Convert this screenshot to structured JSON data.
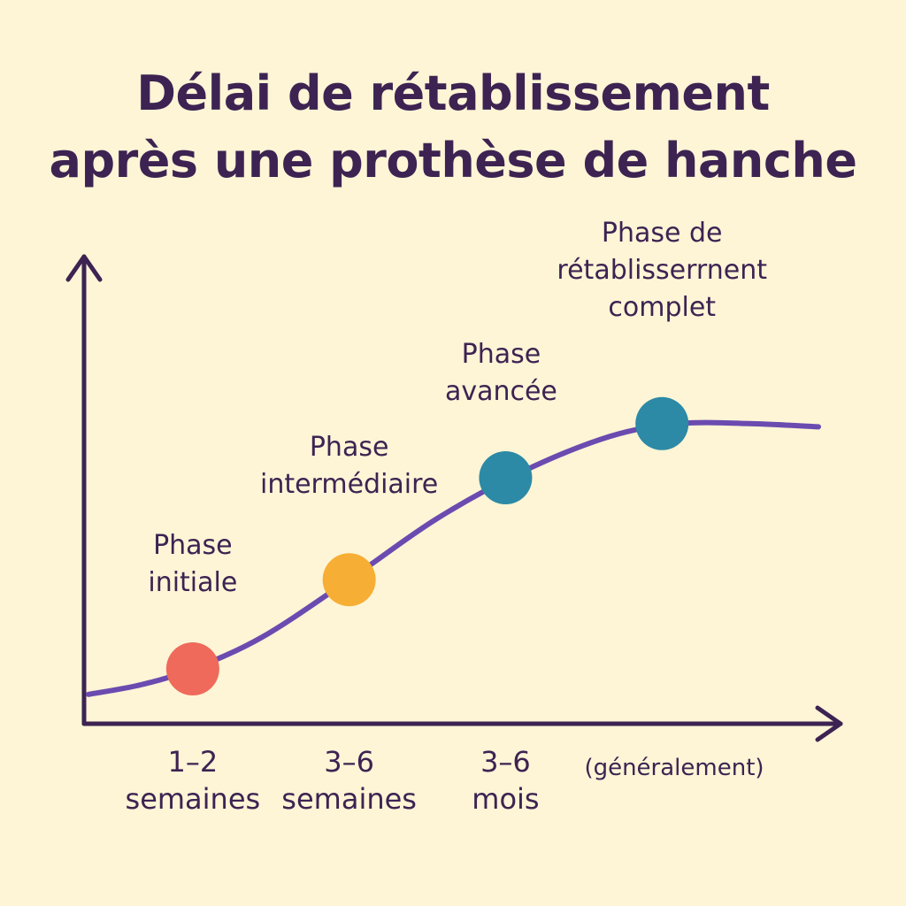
{
  "title_lines": [
    "Délai de rétablissement",
    "après une prothèse de hanche"
  ],
  "chart_data": {
    "type": "line",
    "title": "Délai de rétablissement après une prothèse de hanche",
    "xlabel": "",
    "ylabel": "",
    "ylim": [
      0,
      1
    ],
    "grid": false,
    "legend": "none",
    "line_color": "#6b4bb0",
    "axis_color": "#3d2352",
    "curve": {
      "x": [
        0,
        0.3,
        0.6,
        1.0,
        1.5,
        2.0,
        2.5,
        3.0,
        3.4,
        3.8,
        4.2
      ],
      "y": [
        0.02,
        0.05,
        0.1,
        0.2,
        0.38,
        0.57,
        0.72,
        0.83,
        0.87,
        0.87,
        0.86
      ]
    },
    "phases": [
      {
        "label_lines": [
          "Phase",
          "initiale"
        ],
        "tick_lines": [
          "1–2",
          "semaines"
        ],
        "x": 0.6,
        "y": 0.1,
        "color": "#ef6a5a"
      },
      {
        "label_lines": [
          "Phase",
          "intermédiaire"
        ],
        "tick_lines": [
          "3–6",
          "semaines"
        ],
        "x": 1.5,
        "y": 0.38,
        "color": "#f7ae35"
      },
      {
        "label_lines": [
          "Phase",
          "avancée"
        ],
        "tick_lines": [
          "3–6",
          "mois"
        ],
        "x": 2.4,
        "y": 0.7,
        "color": "#2c8aa6"
      },
      {
        "label_lines": [
          "Phase de",
          "rétablisserrnent",
          "complet"
        ],
        "tick_lines": [
          "(généralement)"
        ],
        "x": 3.3,
        "y": 0.87,
        "color": "#2c8aa6"
      }
    ]
  }
}
